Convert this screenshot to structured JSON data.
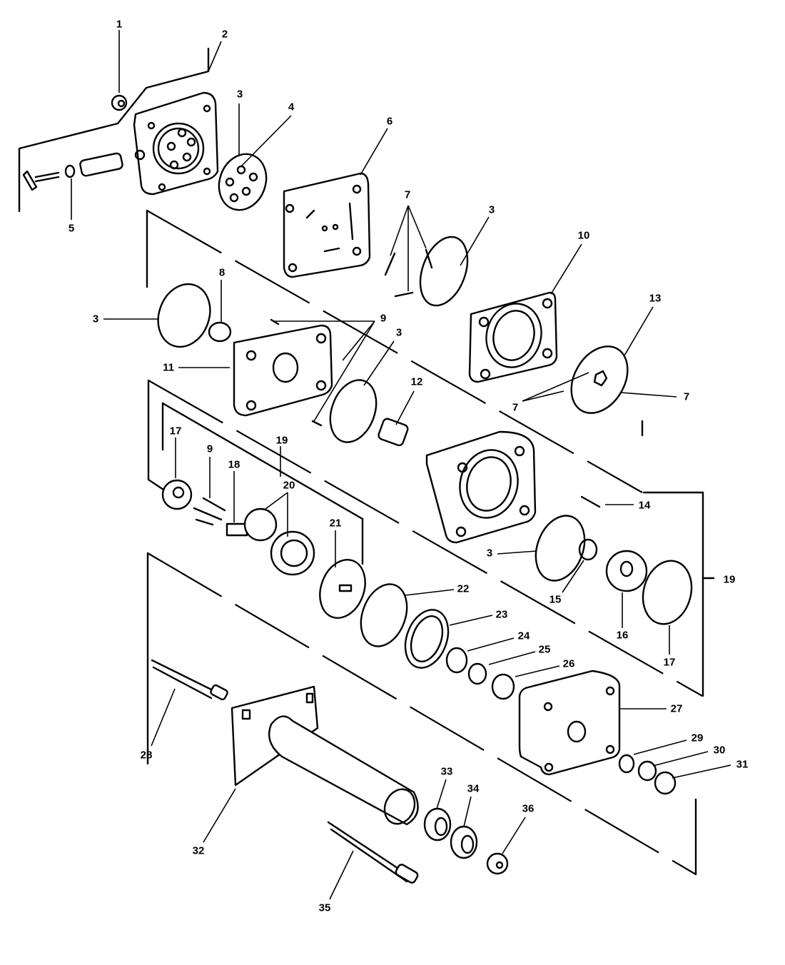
{
  "figure": {
    "type": "exploded-parts-diagram",
    "stroke_color": "#000000",
    "background_color": "#ffffff"
  },
  "callouts": [
    {
      "id": "c1",
      "text": "1"
    },
    {
      "id": "c2",
      "text": "2"
    },
    {
      "id": "c3a",
      "text": "3"
    },
    {
      "id": "c4",
      "text": "4"
    },
    {
      "id": "c5",
      "text": "5"
    },
    {
      "id": "c6",
      "text": "6"
    },
    {
      "id": "c7a",
      "text": "7"
    },
    {
      "id": "c3b",
      "text": "3"
    },
    {
      "id": "c10",
      "text": "10"
    },
    {
      "id": "c13",
      "text": "13"
    },
    {
      "id": "c8",
      "text": "8"
    },
    {
      "id": "c3c",
      "text": "3"
    },
    {
      "id": "c9a",
      "text": "9"
    },
    {
      "id": "c3d",
      "text": "3"
    },
    {
      "id": "c11",
      "text": "11"
    },
    {
      "id": "c12",
      "text": "12"
    },
    {
      "id": "c7b",
      "text": "7"
    },
    {
      "id": "c7c",
      "text": "7"
    },
    {
      "id": "c17a",
      "text": "17"
    },
    {
      "id": "c9b",
      "text": "9"
    },
    {
      "id": "c18",
      "text": "18"
    },
    {
      "id": "c19a",
      "text": "19"
    },
    {
      "id": "c20",
      "text": "20"
    },
    {
      "id": "c21",
      "text": "21"
    },
    {
      "id": "c14",
      "text": "14"
    },
    {
      "id": "c3e",
      "text": "3"
    },
    {
      "id": "c15",
      "text": "15"
    },
    {
      "id": "c16",
      "text": "16"
    },
    {
      "id": "c17b",
      "text": "17"
    },
    {
      "id": "c19b",
      "text": "19"
    },
    {
      "id": "c22",
      "text": "22"
    },
    {
      "id": "c23",
      "text": "23"
    },
    {
      "id": "c24",
      "text": "24"
    },
    {
      "id": "c25",
      "text": "25"
    },
    {
      "id": "c26",
      "text": "26"
    },
    {
      "id": "c27",
      "text": "27"
    },
    {
      "id": "c28",
      "text": "28"
    },
    {
      "id": "c29",
      "text": "29"
    },
    {
      "id": "c30",
      "text": "30"
    },
    {
      "id": "c31",
      "text": "31"
    },
    {
      "id": "c32",
      "text": "32"
    },
    {
      "id": "c33",
      "text": "33"
    },
    {
      "id": "c34",
      "text": "34"
    },
    {
      "id": "c35",
      "text": "35"
    },
    {
      "id": "c36",
      "text": "36"
    }
  ]
}
